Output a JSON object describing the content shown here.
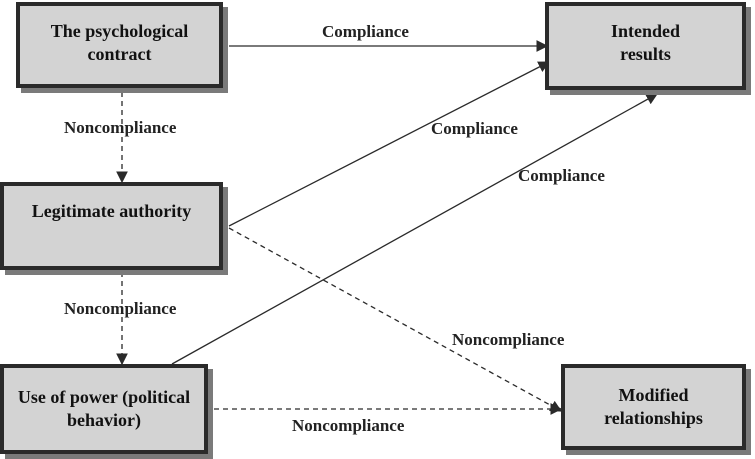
{
  "nodes": {
    "psych_contract": "The psychological contract",
    "intended_results": "Intended results",
    "legitimate_authority": "Legitimate authority",
    "use_of_power": "Use of power (political behavior)",
    "modified_relationships": "Modified relationships"
  },
  "edges": {
    "contract_to_results": "Compliance",
    "contract_to_authority": "Noncompliance",
    "authority_to_results": "Compliance",
    "power_to_results": "Compliance",
    "authority_to_power": "Noncompliance",
    "authority_to_modified": "Noncompliance",
    "power_to_modified": "Noncompliance"
  },
  "colors": {
    "box_fill": "#d3d3d3",
    "box_border": "#2a2a2a",
    "box_shadow": "#7a7a7a",
    "line": "#2a2a2a"
  }
}
